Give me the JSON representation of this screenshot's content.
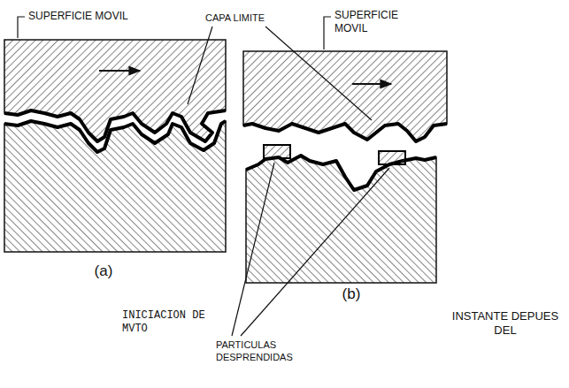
{
  "diagram": {
    "labels": [
      "SUPERFICIE MOVIL",
      "CAPA LIMITE",
      "SUPERFICIE MOVIL",
      "(a)",
      "(b)",
      "INICIACION DE MVTO",
      "PARTICULAS DESPRENDIDAS",
      "INSTANTE DEPUES DEL"
    ]
  }
}
